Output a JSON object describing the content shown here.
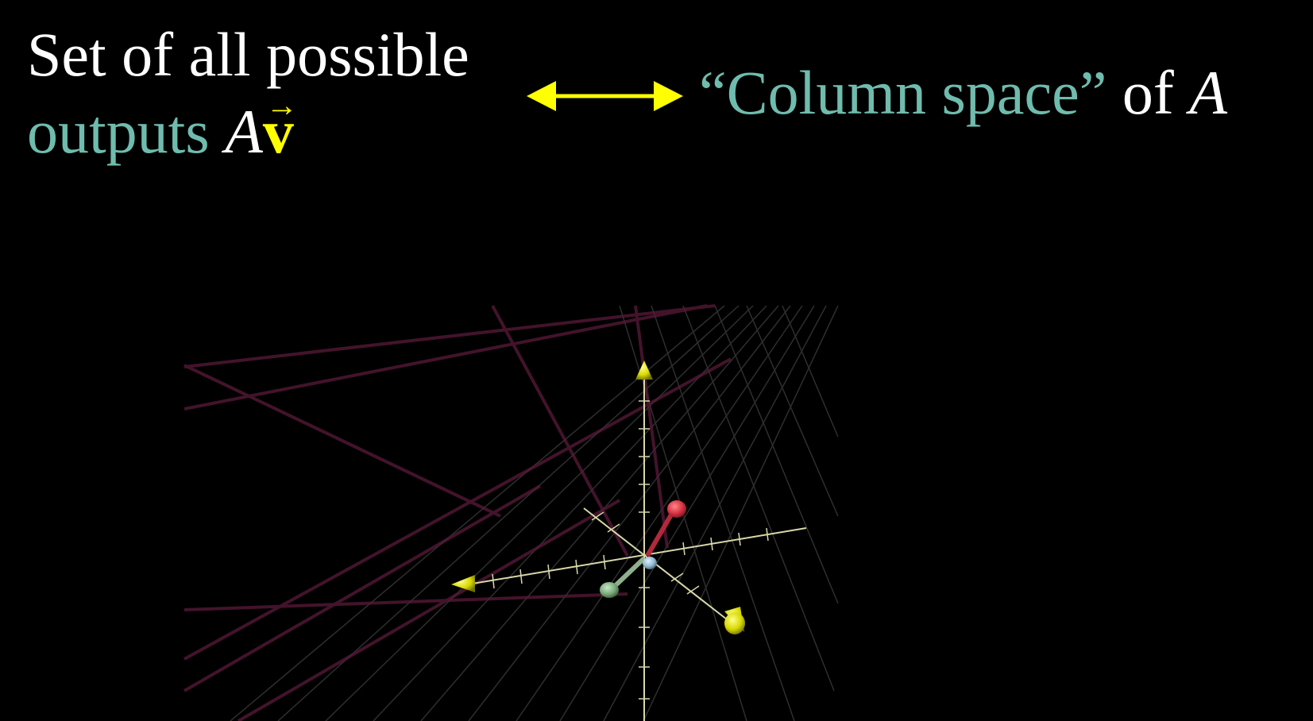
{
  "heading": {
    "line1": "Set of all possible",
    "line2_word": "outputs",
    "line2_matrix": "A",
    "line2_vector": "v",
    "vector_arrow_glyph": "→"
  },
  "right_label": {
    "quoted_phrase": "“Column space”",
    "of_word": "of",
    "matrix": "A"
  },
  "colors": {
    "background": "#000000",
    "text_white": "#ffffff",
    "teal": "#6fbcae",
    "yellow": "#ffff00",
    "red_vector": "#e03a4a",
    "green_vector": "#7fb27f",
    "blue_vector": "#8fb8d8",
    "axis_color": "#d8d8a8",
    "grid_color": "#555555",
    "plane_line_color": "#5a1a3a"
  },
  "icons": {
    "double_arrow": "double-headed-arrow-icon",
    "axis_cone": "cone-arrow-icon"
  }
}
